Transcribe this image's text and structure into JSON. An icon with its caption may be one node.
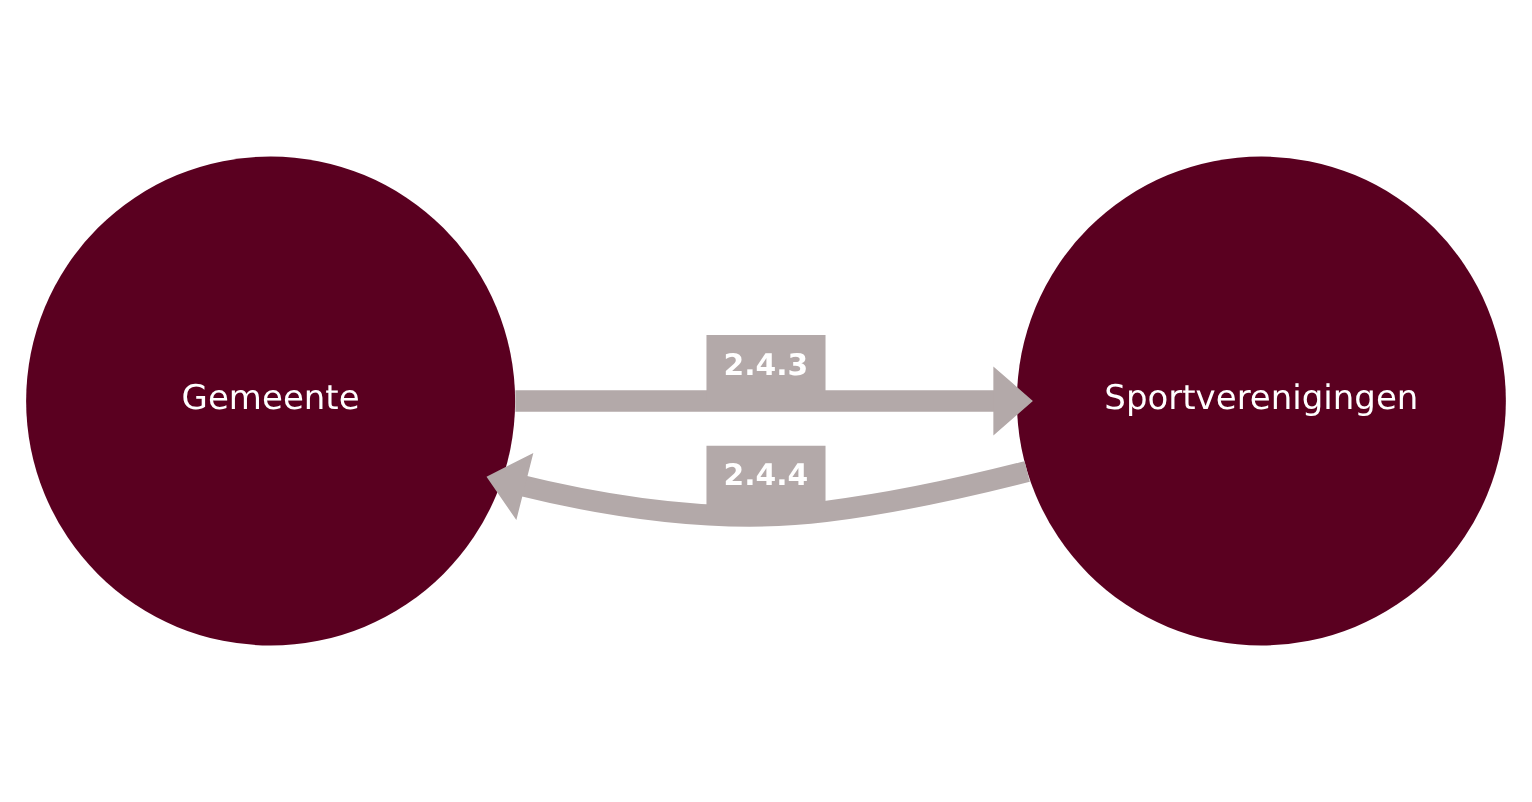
{
  "diagram": {
    "nodes": [
      {
        "text": [
          "Gemeente"
        ]
      },
      {
        "text": [
          "Sportverenigingen"
        ]
      }
    ],
    "edges": [
      {
        "from": 0,
        "to": 1,
        "arrow": "to",
        "label": "2.4.3"
      },
      {
        "from": 1,
        "to": 0,
        "arrow": "to",
        "label": "2.4.4"
      }
    ]
  }
}
